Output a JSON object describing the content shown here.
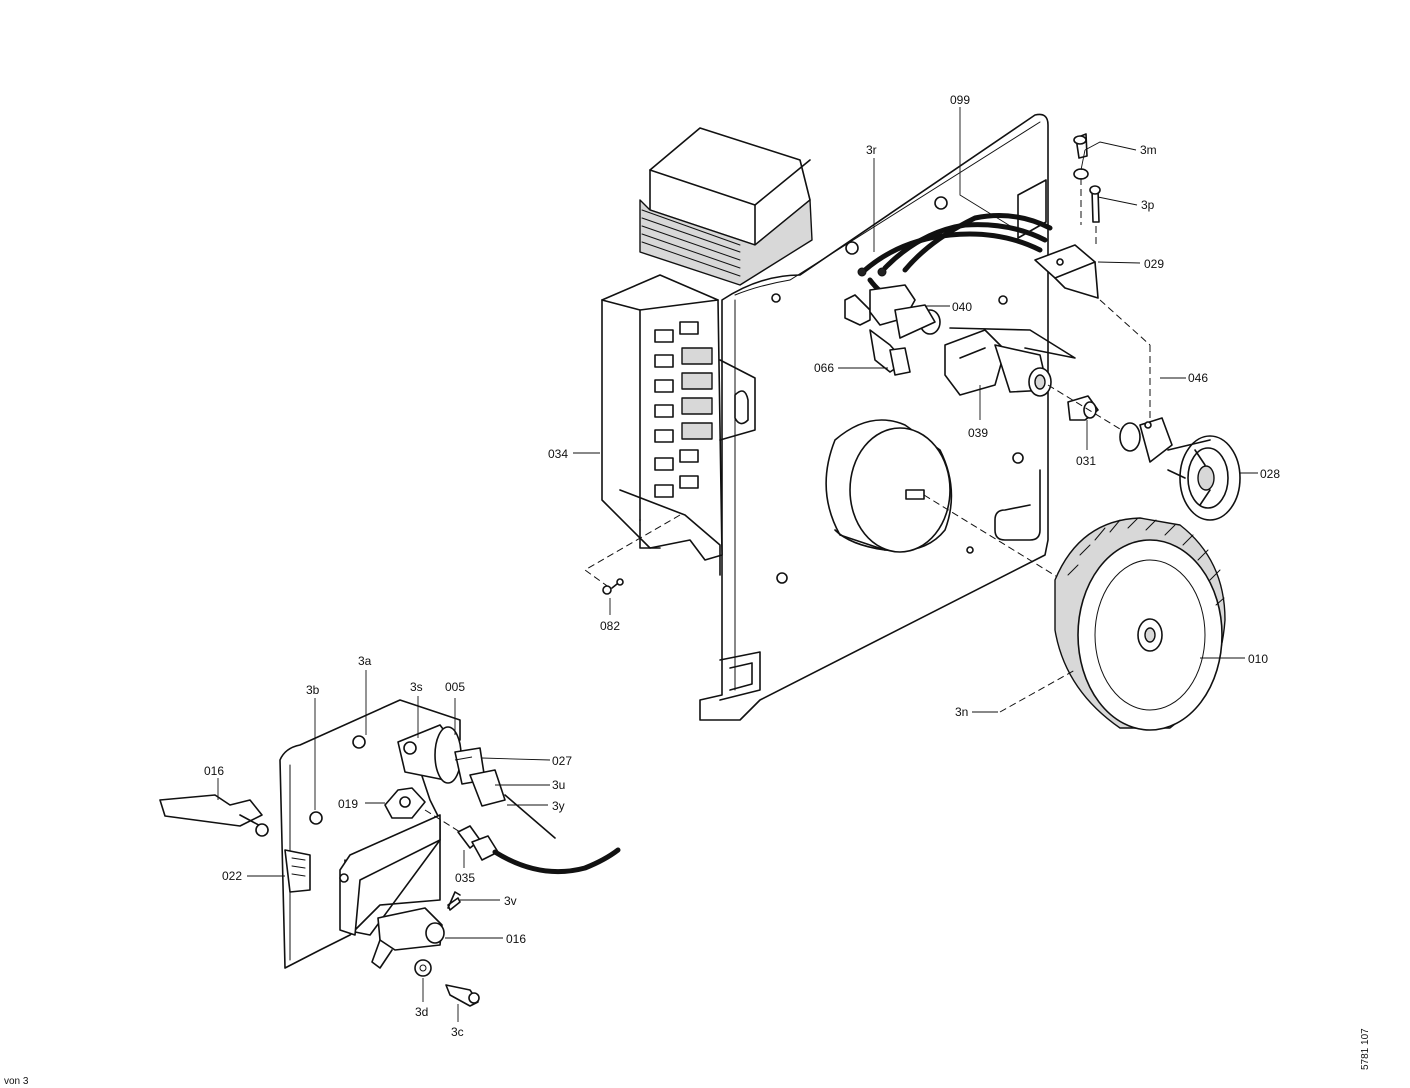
{
  "labels": {
    "p099": "099",
    "p3r": "3r",
    "p3m": "3m",
    "p3p": "3p",
    "p029": "029",
    "p040": "040",
    "p066": "066",
    "p039": "039",
    "p046": "046",
    "p031": "031",
    "p028": "028",
    "p034": "034",
    "p082": "082",
    "p010": "010",
    "p3n": "3n",
    "p3a": "3a",
    "p3b": "3b",
    "p3s": "3s",
    "p005": "005",
    "p027": "027",
    "p3u": "3u",
    "p3y": "3y",
    "p016a": "016",
    "p019": "019",
    "p022": "022",
    "p035": "035",
    "p3v": "3v",
    "p016b": "016",
    "p3d": "3d",
    "p3c": "3c"
  },
  "drawing_number": "5781 107",
  "page_footer": "von 3"
}
